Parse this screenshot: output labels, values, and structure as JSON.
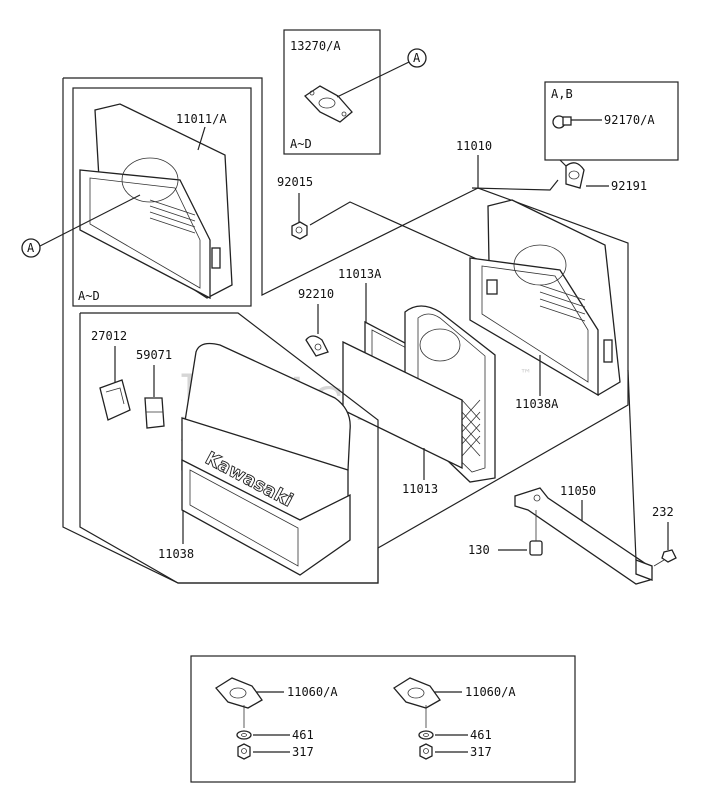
{
  "watermark": "PartsTree",
  "watermark_tm": "™",
  "brand_on_cover": "Kawasaki",
  "callout_letter": "A",
  "labels": {
    "p13270": "13270/A",
    "p13270_note": "A~D",
    "p11011": "11011/A",
    "p11011_note": "A~D",
    "p11010": "11010",
    "p92015": "92015",
    "ab_note": "A,B",
    "p92170": "92170/A",
    "p92191": "92191",
    "p11013A": "11013A",
    "p92210": "92210",
    "p11038A": "11038A",
    "p27012": "27012",
    "p59071": "59071",
    "p11013": "11013",
    "p11050": "11050",
    "p232": "232",
    "p130": "130",
    "p11038": "11038",
    "p11060_left": "11060/A",
    "p461_left": "461",
    "p317_left": "317",
    "p11060_right": "11060/A",
    "p461_right": "461",
    "p317_right": "317"
  }
}
